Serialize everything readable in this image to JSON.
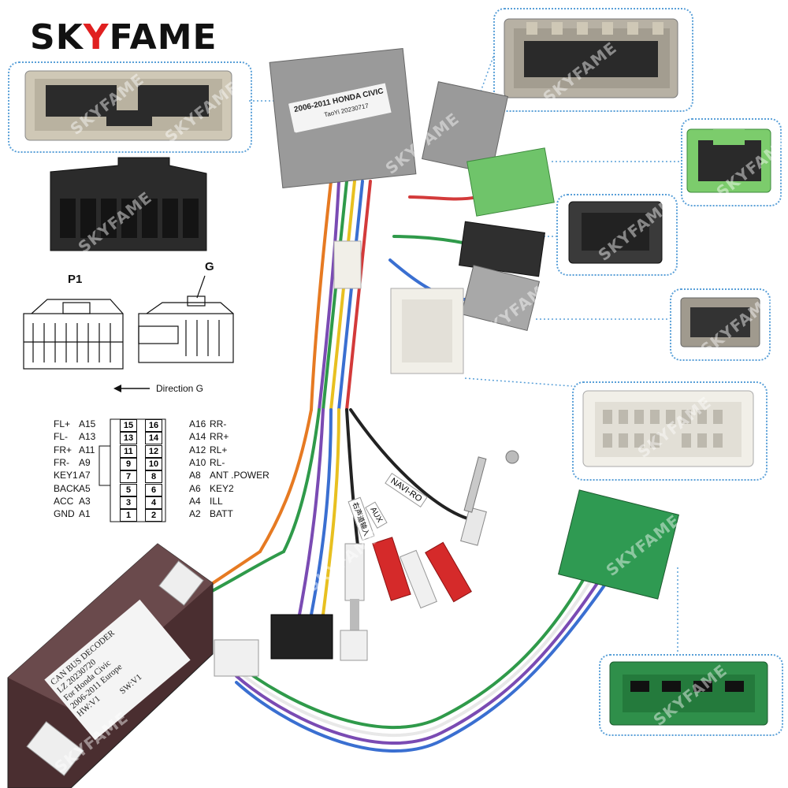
{
  "brand": {
    "text_a": "SK",
    "text_y": "Y",
    "text_b": "FAME",
    "accent_color": "#e02020"
  },
  "watermark": "SKYFAME",
  "harness_label": {
    "title": "2006-2011 HONDA CIVIC",
    "code": "TaoYi 20230717"
  },
  "decoder_label": {
    "line1": "CAN BUS DECODER",
    "line2": "LZ 20230720",
    "line3": "For Honda Civic",
    "line4": "2006-2011 Europe",
    "line5": "HW:V1",
    "line6": "SW:V1"
  },
  "tags": {
    "navi": "NAVI-RO",
    "aux": "AUX",
    "cn": "右声道输入"
  },
  "connector_views": {
    "p1": "P1",
    "g": "G",
    "direction": "Direction G"
  },
  "pinout": {
    "left": [
      {
        "name": "FL+",
        "code": "A15",
        "num": "15",
        "num2": "16",
        "code2": "A16",
        "name2": "RR-"
      },
      {
        "name": "FL-",
        "code": "A13",
        "num": "13",
        "num2": "14",
        "code2": "A14",
        "name2": "RR+"
      },
      {
        "name": "FR+",
        "code": "A11",
        "num": "11",
        "num2": "12",
        "code2": "A12",
        "name2": "RL+"
      },
      {
        "name": "FR-",
        "code": "A9",
        "num": "9",
        "num2": "10",
        "code2": "A10",
        "name2": "RL-"
      },
      {
        "name": "KEY1",
        "code": "A7",
        "num": "7",
        "num2": "8",
        "code2": "A8",
        "name2": "ANT .POWER"
      },
      {
        "name": "BACK",
        "code": "A5",
        "num": "5",
        "num2": "6",
        "code2": "A6",
        "name2": "KEY2"
      },
      {
        "name": "ACC",
        "code": "A3",
        "num": "3",
        "num2": "4",
        "code2": "A4",
        "name2": "ILL"
      },
      {
        "name": "GND",
        "code": "A1",
        "num": "1",
        "num2": "2",
        "code2": "A2",
        "name2": "BATT"
      }
    ]
  },
  "colors": {
    "dotted_border": "#5aa0d8",
    "gray_plug": "#9a9a9a",
    "green_plug": "#6fc46a",
    "dark_green_plug": "#2f8f4a",
    "white_plug": "#f1efe8",
    "black_plug": "#2a2a2a"
  }
}
